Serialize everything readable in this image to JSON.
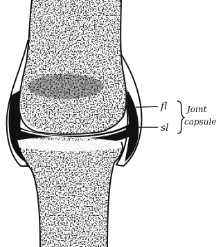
{
  "figure": {
    "labels": {
      "upper": "fl",
      "lower": "sl",
      "group_line1": "Joint",
      "group_line2": "capsule"
    },
    "colors": {
      "ink": "#111111",
      "paper": "#ffffff"
    }
  }
}
